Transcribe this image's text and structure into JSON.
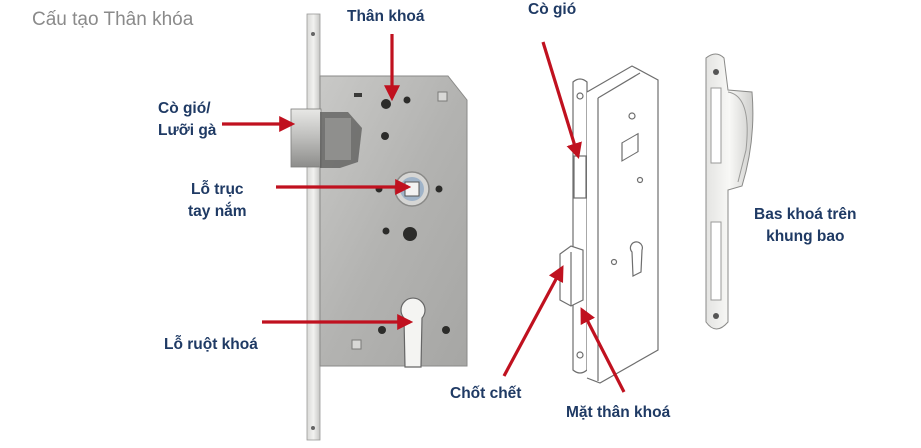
{
  "title": "Cấu tạo Thân khóa",
  "labels": {
    "than_khoa": "Thân khoá",
    "co_gio_luoi_ga_1": "Cò gió/",
    "co_gio_luoi_ga_2": "Lưỡi gà",
    "lo_truc_1": "Lỗ trục",
    "lo_truc_2": "tay nắm",
    "lo_ruot_khoa": "Lỗ ruột khoá",
    "co_gio": "Cò gió",
    "chot_chet": "Chốt chết",
    "mat_than_khoa": "Mặt thân khoá",
    "bas_khoa_1": "Bas khoá trên",
    "bas_khoa_2": "khung bao"
  },
  "colors": {
    "arrow": "#c0111f",
    "label": "#1f3a64",
    "title": "#8a8a8a",
    "steel": "#b5b5b3",
    "steel_dark": "#8f8f8d"
  }
}
